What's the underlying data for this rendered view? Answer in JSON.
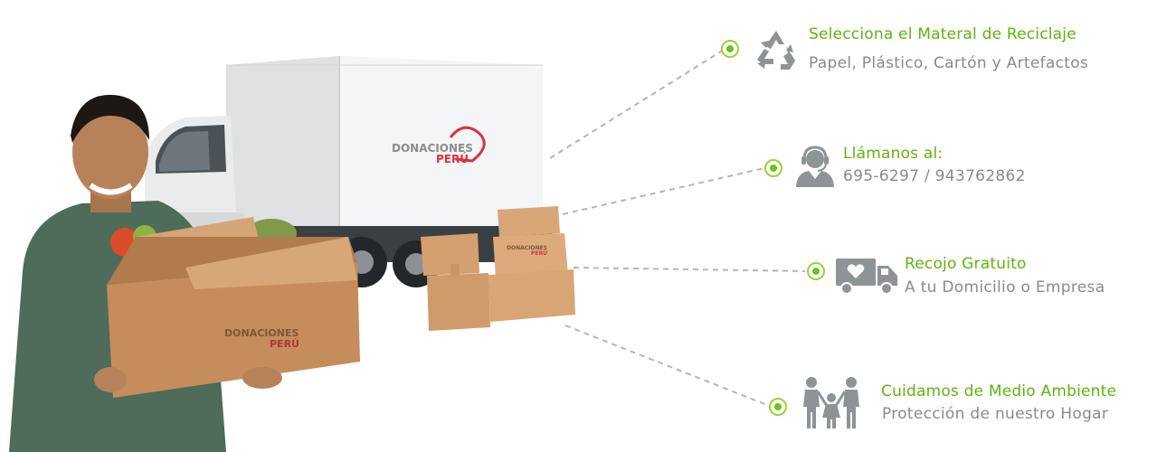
{
  "truck": {
    "brand_line1": "DONACIONES",
    "brand_line2": "PERÚ"
  },
  "boxes": {
    "brand_line1": "DONACIONES",
    "brand_line2": "PERÚ"
  },
  "features": [
    {
      "title": "Selecciona el Materal de Reciclaje",
      "subtitle": "Papel, Plástico, Cartón y Artefactos",
      "icon": "recycle-icon"
    },
    {
      "title": "Llámanos al:",
      "subtitle": "695-6297 / 943762862",
      "icon": "headset-operator-icon"
    },
    {
      "title": "Recojo Gratuito",
      "subtitle": "A tu Domicilio o Empresa",
      "icon": "delivery-truck-heart-icon"
    },
    {
      "title": "Cuidamos de Medio Ambiente",
      "subtitle": "Protección de nuestro Hogar",
      "icon": "family-icon"
    }
  ],
  "colors": {
    "accent_green": "#5fb40c",
    "subtitle_gray": "#8a8a8a",
    "brand_red": "#d9333f"
  }
}
